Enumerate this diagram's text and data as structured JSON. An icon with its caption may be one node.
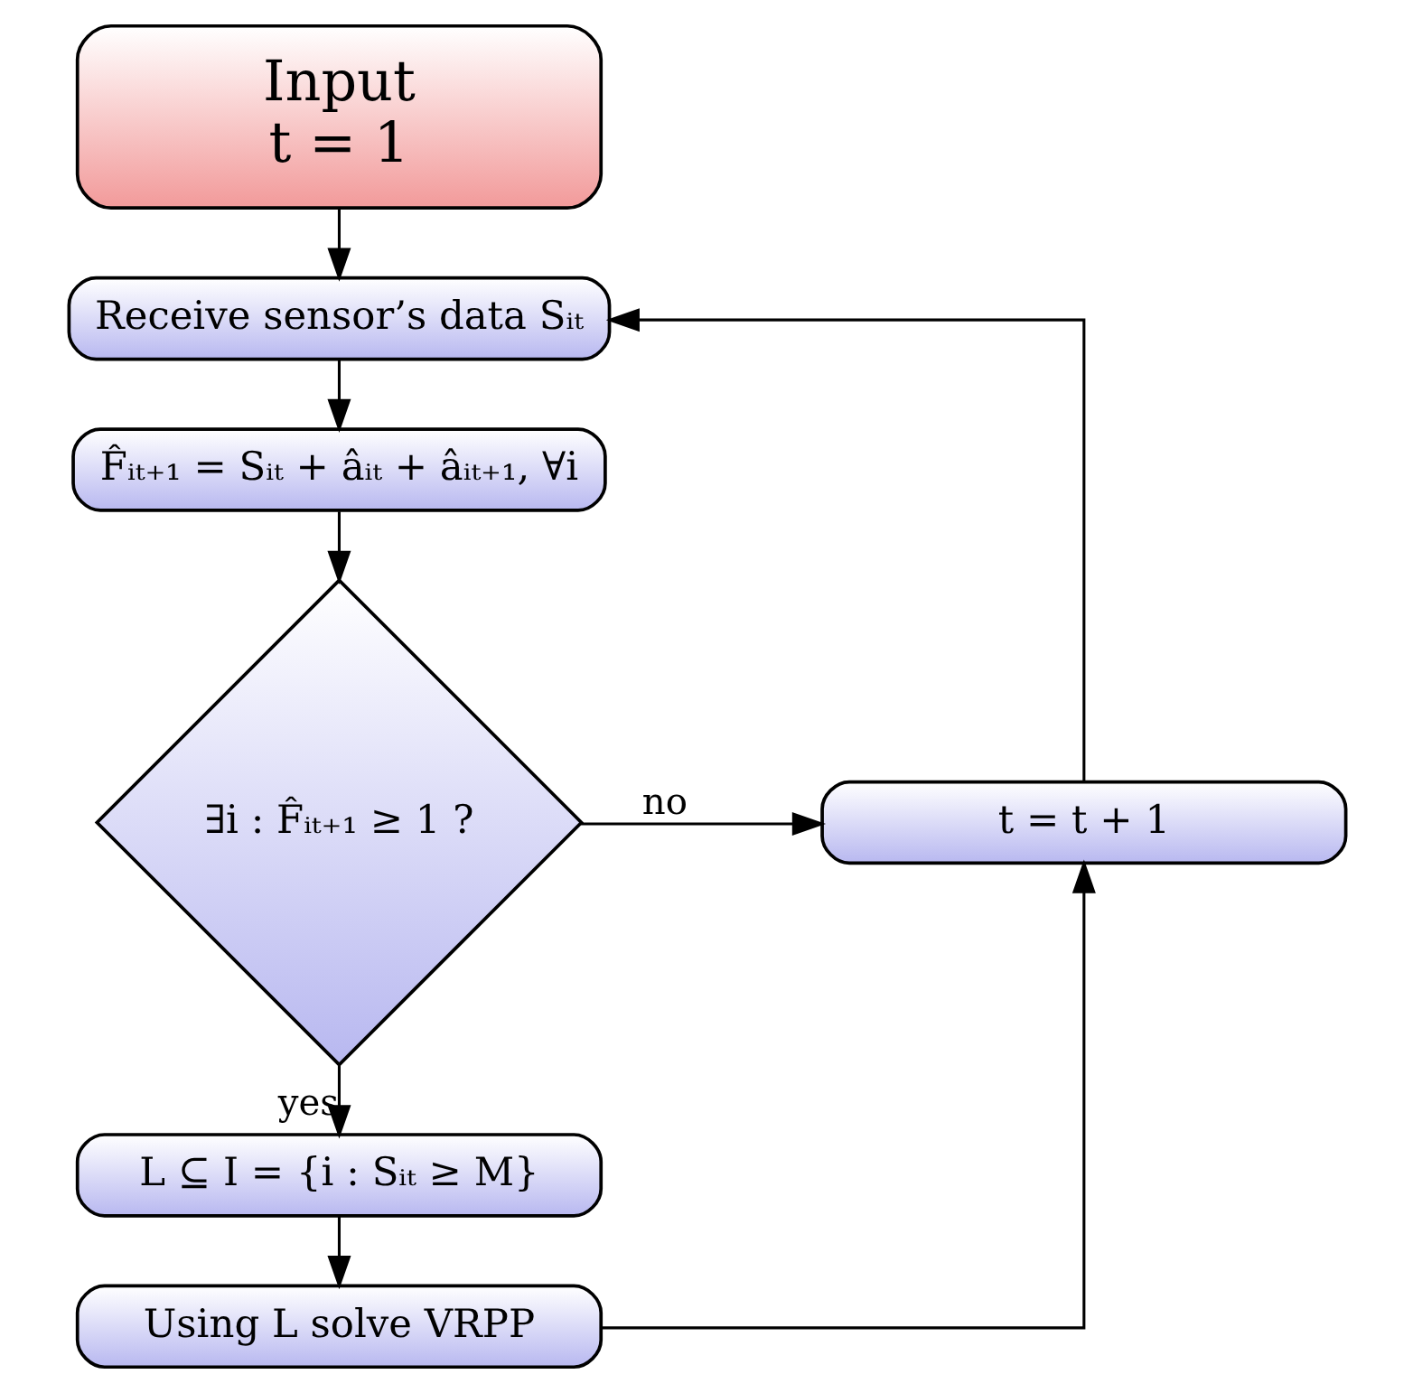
{
  "diagram": {
    "nodes": [
      {
        "text": [
          "Input",
          "t = 1"
        ]
      },
      {
        "text": [
          "Receive sensor’s data Sᵢₜ"
        ]
      },
      {
        "text": [
          "F̂ᵢₜ₊₁ = Sᵢₜ + âᵢₜ + âᵢₜ₊₁, ∀i"
        ]
      },
      {
        "text": [
          "∃i : F̂ᵢₜ₊₁ ≥ 1 ?"
        ]
      },
      {
        "text": [
          "t = t + 1"
        ]
      },
      {
        "text": [
          "L ⊆ I = {i : Sᵢₜ ≥ M}"
        ]
      },
      {
        "text": [
          "Using L solve VRPP"
        ]
      }
    ],
    "edges": [
      {
        "from": 0,
        "to": 1,
        "arrow": "to"
      },
      {
        "from": 1,
        "to": 2,
        "arrow": "to"
      },
      {
        "from": 2,
        "to": 3,
        "arrow": "to"
      },
      {
        "from": 3,
        "to": 4,
        "arrow": "to",
        "label": "no"
      },
      {
        "from": 3,
        "to": 5,
        "arrow": "to",
        "label": "yes"
      },
      {
        "from": 5,
        "to": 6,
        "arrow": "to"
      },
      {
        "from": 6,
        "to": 4,
        "arrow": "to"
      },
      {
        "from": 4,
        "to": 1,
        "arrow": "to"
      }
    ]
  }
}
